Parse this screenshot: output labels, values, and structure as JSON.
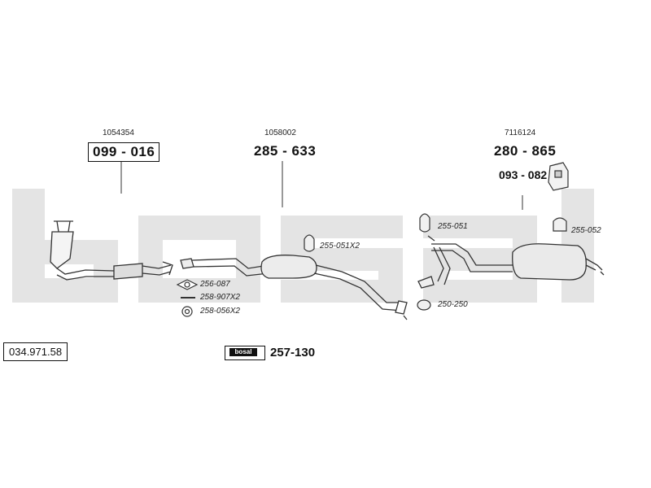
{
  "watermark": {
    "text": "bosal",
    "color": "#e3e3e3"
  },
  "model_code": "034.971.58",
  "parts": [
    {
      "id": "front-pipe",
      "oem": "1054354",
      "number": "099 - 016",
      "boxed": true
    },
    {
      "id": "middle-muffler",
      "oem": "1058002",
      "number": "285 - 633",
      "boxed": false
    },
    {
      "id": "rear-muffler",
      "oem": "7116124",
      "number": "280 - 865",
      "boxed": false
    }
  ],
  "bracket_part": "093 - 082",
  "accessories": {
    "gasket": "256-087",
    "bolt": "258-907X2",
    "nut": "258-056X2",
    "hanger_mid": "255-051X2",
    "hanger_rear_a": "255-051",
    "hanger_rear_b": "255-052",
    "clamp": "250-250"
  },
  "mounting_kit": {
    "logo": "bosal",
    "number": "257-130"
  }
}
